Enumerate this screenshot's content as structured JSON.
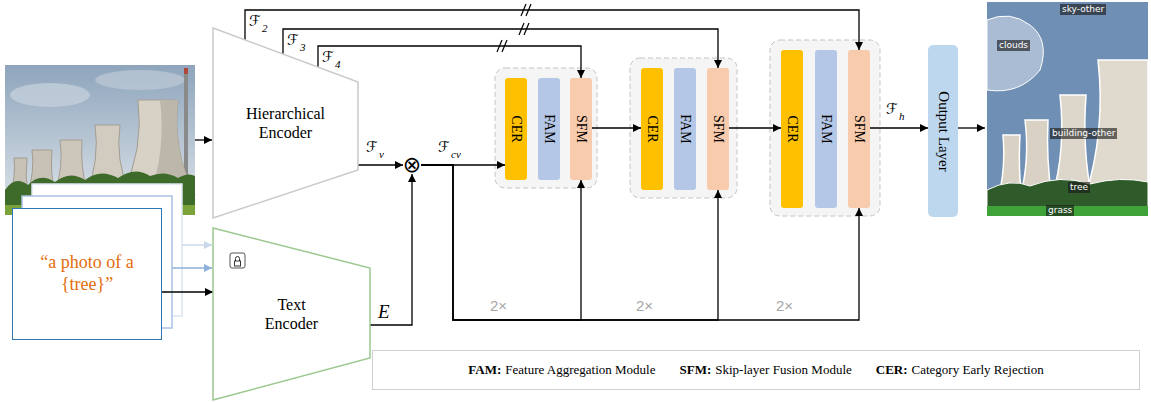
{
  "diagram": {
    "nodes": [
      {
        "text": [
          "Hierarchical Encoder"
        ]
      },
      {
        "text": [
          "⊗"
        ]
      },
      {
        "text": [
          "“a photo of a {tree}”"
        ]
      },
      {
        "text": [
          "Text Encoder"
        ]
      },
      {
        "text": [
          "CER"
        ]
      },
      {
        "text": [
          "FAM"
        ]
      },
      {
        "text": [
          "SFM"
        ]
      },
      {
        "text": [
          "CER"
        ]
      },
      {
        "text": [
          "FAM"
        ]
      },
      {
        "text": [
          "SFM"
        ]
      },
      {
        "text": [
          "CER"
        ]
      },
      {
        "text": [
          "FAM"
        ]
      },
      {
        "text": [
          "SFM"
        ]
      },
      {
        "text": [
          "Output Layer"
        ]
      },
      {
        "text": [
          "FAM:",
          "Feature Aggregation Module",
          "SFM:",
          "Skip-layer Fusion Module",
          "CER:",
          "Category Early Rejection"
        ]
      }
    ],
    "edges": [
      {
        "from": 0,
        "to": 1,
        "arrow": "to"
      },
      {
        "from": 3,
        "to": 1,
        "arrow": "to"
      },
      {
        "from": 2,
        "to": 3,
        "arrow": "to"
      },
      {
        "from": 1,
        "to": 4,
        "arrow": "to"
      },
      {
        "from": 6,
        "to": 7,
        "arrow": "to"
      },
      {
        "from": 9,
        "to": 10,
        "arrow": "to"
      },
      {
        "from": 12,
        "to": 13,
        "arrow": "to"
      },
      {
        "from": 0,
        "to": 6,
        "arrow": "to"
      },
      {
        "from": 0,
        "to": 9,
        "arrow": "to"
      },
      {
        "from": 0,
        "to": 12,
        "arrow": "to"
      },
      {
        "from": 1,
        "to": 6,
        "arrow": "to"
      },
      {
        "from": 1,
        "to": 9,
        "arrow": "to"
      },
      {
        "from": 1,
        "to": 12,
        "arrow": "to"
      }
    ],
    "labels": [
      "ℱ",
      "2",
      "ℱ",
      "3",
      "ℱ",
      "4",
      "ℱ",
      "v",
      "ℱ",
      "cv",
      "ℱ",
      "h",
      "E",
      "2×",
      "2×",
      "2×",
      "sky-other",
      "clouds",
      "building-other",
      "tree",
      "grass"
    ]
  }
}
